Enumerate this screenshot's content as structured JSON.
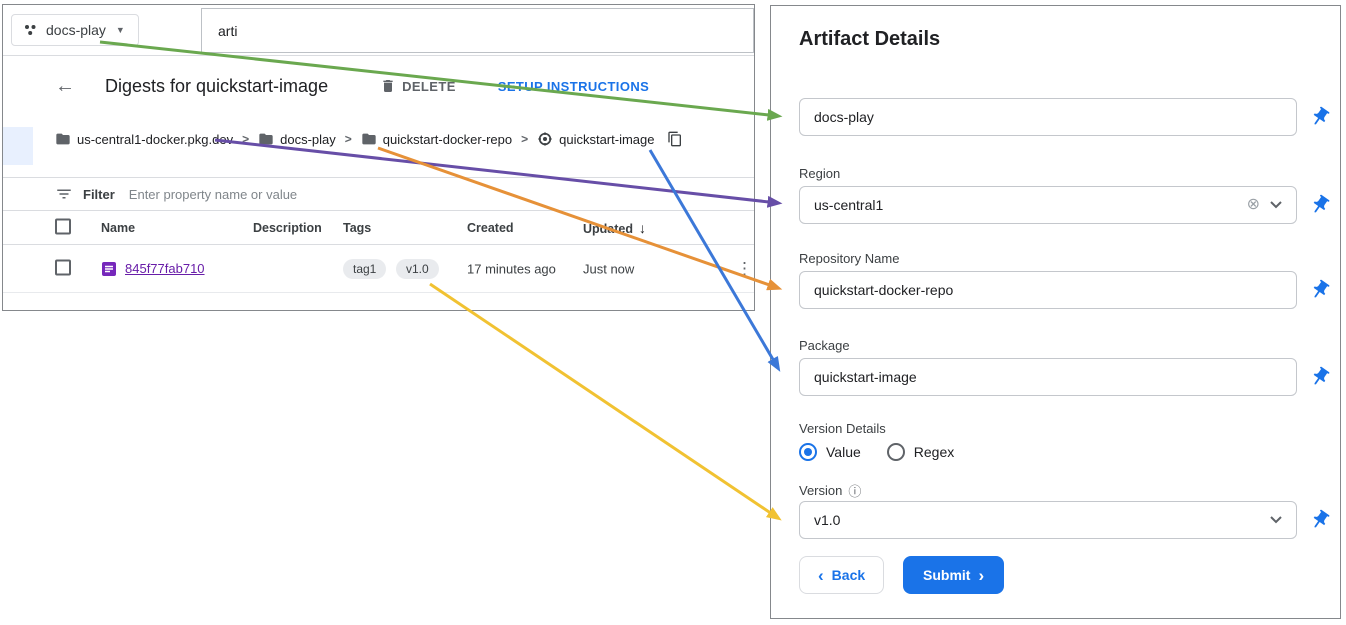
{
  "colors": {
    "accent_blue": "#1a73e8",
    "link_visited_purple": "#681da8",
    "text_primary": "#202124",
    "text_secondary": "#5f6368",
    "border_gray": "#dadce0"
  },
  "icons": {
    "dropdown_caret": "▼",
    "back_arrow": "←",
    "sort_desc": "↓",
    "overflow_menu": "⋮",
    "info": "ⓘ",
    "clear": "⊗",
    "chevron_left": "‹",
    "chevron_right": "›"
  },
  "console": {
    "project_selector": {
      "label": "docs-play"
    },
    "search_value": "arti",
    "header": {
      "title": "Digests for quickstart-image",
      "delete_label": "DELETE",
      "setup_instructions_label": "SETUP INSTRUCTIONS"
    },
    "breadcrumb": [
      "us-central1-docker.pkg.dev",
      "docs-play",
      "quickstart-docker-repo",
      "quickstart-image"
    ],
    "breadcrumb_separator": ">",
    "filter_bar": {
      "label": "Filter",
      "placeholder": "Enter property name or value"
    },
    "table": {
      "headers": {
        "name": "Name",
        "description": "Description",
        "tags": "Tags",
        "created": "Created",
        "updated": "Updated"
      },
      "rows": [
        {
          "name": "845f77fab710",
          "description": "",
          "tags": [
            "tag1",
            "v1.0"
          ],
          "created": "17 minutes ago",
          "updated": "Just now"
        }
      ]
    }
  },
  "panel": {
    "title": "Artifact Details",
    "project_field": {
      "value": "docs-play"
    },
    "region_field": {
      "label": "Region",
      "value": "us-central1"
    },
    "repository_field": {
      "label": "Repository Name",
      "value": "quickstart-docker-repo"
    },
    "package_field": {
      "label": "Package",
      "value": "quickstart-image"
    },
    "version_details": {
      "label": "Version Details",
      "options": [
        "Value",
        "Regex"
      ],
      "selected": "Value"
    },
    "version_field": {
      "label": "Version",
      "value": "v1.0"
    },
    "buttons": {
      "back": "Back",
      "submit": "Submit"
    }
  },
  "annotations": {
    "arrows": [
      {
        "name": "project-selector-to-project-field",
        "color": "#6aa84f"
      },
      {
        "name": "registry-host-to-region-field",
        "color": "#674ea7"
      },
      {
        "name": "repo-breadcrumb-to-repository-field",
        "color": "#e69138"
      },
      {
        "name": "image-breadcrumb-to-package-field",
        "color": "#3c78d8"
      },
      {
        "name": "version-tag-to-version-field",
        "color": "#f1c232"
      }
    ]
  }
}
